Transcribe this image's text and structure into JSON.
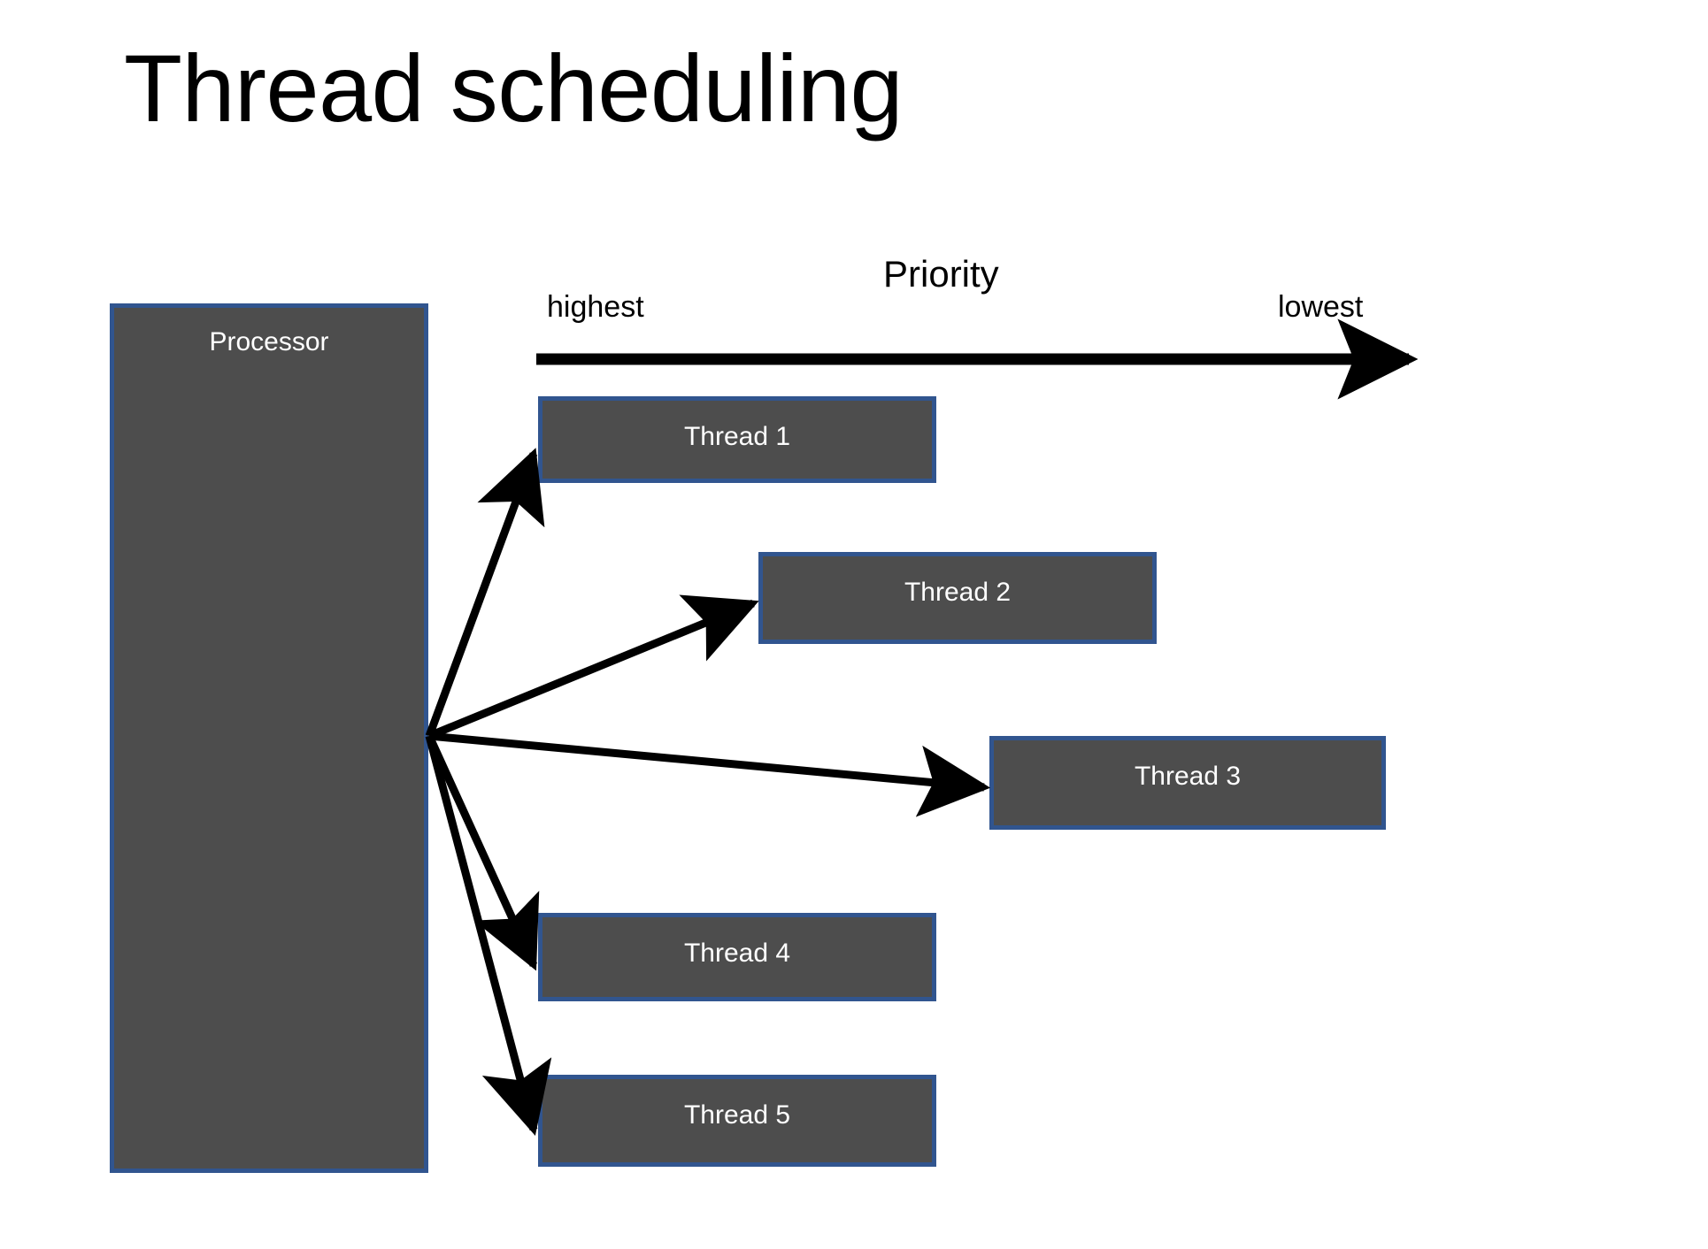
{
  "slide": {
    "title": "Thread scheduling",
    "background_color": "#ffffff"
  },
  "colors": {
    "box_fill": "#4d4d4d",
    "box_border": "#31558f",
    "box_text": "#ffffff",
    "arrow": "#000000",
    "title_text": "#000000"
  },
  "diagram": {
    "processor": {
      "label": "Processor"
    },
    "priority_axis": {
      "title": "Priority",
      "left_label": "highest",
      "right_label": "lowest",
      "direction": "left-to-right",
      "arrow_icon": "right-arrow-icon"
    },
    "threads": [
      {
        "label": "Thread 1",
        "priority_rank": 1
      },
      {
        "label": "Thread 2",
        "priority_rank": 2
      },
      {
        "label": "Thread 3",
        "priority_rank": 3
      },
      {
        "label": "Thread 4",
        "priority_rank": 4
      },
      {
        "label": "Thread 5",
        "priority_rank": 5
      }
    ],
    "connectors": [
      {
        "from": "processor",
        "to": "Thread 1",
        "arrow_icon": "arrow-icon"
      },
      {
        "from": "processor",
        "to": "Thread 2",
        "arrow_icon": "arrow-icon"
      },
      {
        "from": "processor",
        "to": "Thread 3",
        "arrow_icon": "arrow-icon"
      },
      {
        "from": "processor",
        "to": "Thread 4",
        "arrow_icon": "arrow-icon"
      },
      {
        "from": "processor",
        "to": "Thread 5",
        "arrow_icon": "arrow-icon"
      }
    ]
  }
}
